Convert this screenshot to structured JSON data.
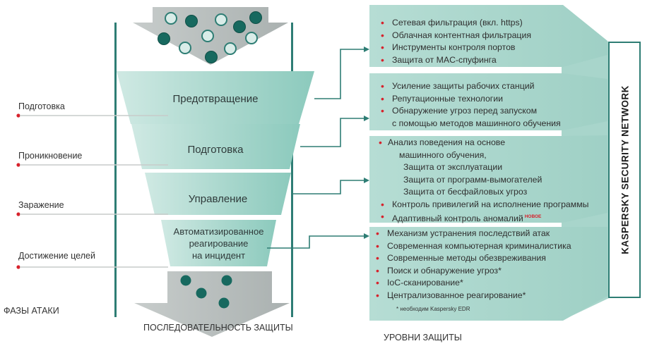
{
  "phases_header": "ФАЗЫ АТАКИ",
  "sequence_header": "ПОСЛЕДОВАТЕЛЬНОСТЬ ЗАЩИТЫ",
  "levels_header": "УРОВНИ ЗАЩИТЫ",
  "ksn_label": "KASPERSKY SECURITY NETWORK",
  "attack_phases": [
    "Подготовка",
    "Проникновение",
    "Заражение",
    "Достижение целей"
  ],
  "funnel_stages": [
    "Предотвращение",
    "Подготовка",
    "Управление",
    "Автоматизированное реагирование на инцидент"
  ],
  "funnel_stage_4_lines": [
    "Автоматизированное",
    "реагирование",
    "на инцидент"
  ],
  "boxes": [
    {
      "items": [
        "Сетевая фильтрация (вкл. https)",
        "Облачная контентная фильтрация",
        "Инструменты контроля портов",
        "Защита от MAC-спуфинга"
      ]
    },
    {
      "items": [
        "Усиление защиты рабочих станций",
        "Репутационные технологии",
        "Обнаружение угроз перед запуском",
        "с помощью методов машинного обучения"
      ]
    },
    {
      "items": [
        "Анализ поведения на основе",
        "машинного обучения,",
        "Защита от эксплуатации",
        "Защита от программ-вымогателей",
        "Защита от бесфайловых угроз",
        "Контроль привилегий на исполнение программы",
        "Адаптивный контроль аномалий"
      ],
      "badge": "НОВОЕ"
    },
    {
      "items": [
        "Механизм устранения последствий атак",
        "Современная компьютерная криминалистика",
        "Современные методы обезвреживания",
        "Поиск и обнаружение угроз*",
        "IoC-сканирование*",
        "Централизованное реагирование*"
      ],
      "note": "* необходим Kaspersky EDR"
    }
  ],
  "colors": {
    "teal_dark": "#2e7d74",
    "teal_mid": "#9fd0c6",
    "teal_light": "#c8e6e0",
    "box_fill": "#a8d5cb",
    "funnel_gray": "#b9bfbe",
    "dot_dark": "#17695f",
    "dot_light": "#d9ece8",
    "bullet_red": "#d7222c"
  },
  "icons": [
    "threat-dot-dark-icon",
    "threat-dot-light-icon",
    "bullet-dot-icon",
    "arrow-icon"
  ]
}
